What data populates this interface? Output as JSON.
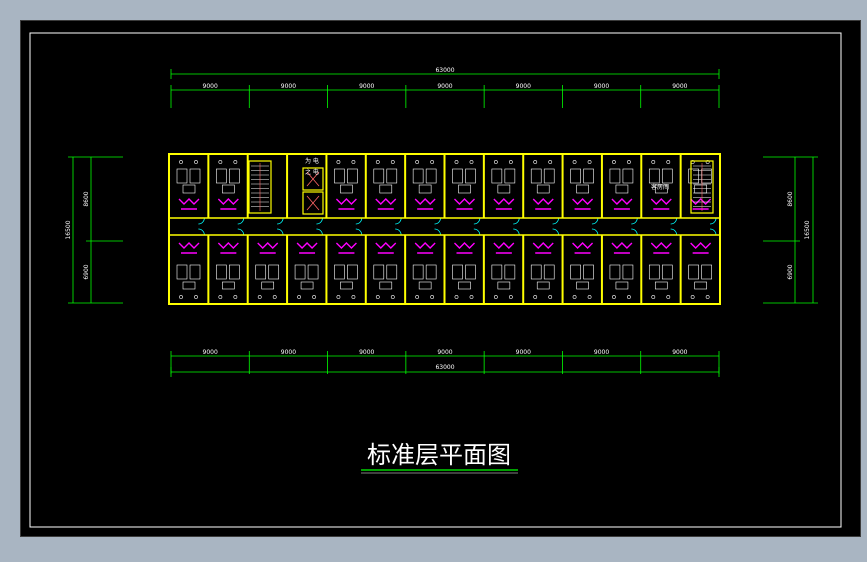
{
  "drawing": {
    "title": "标准层平面图",
    "room_label": "客房间",
    "lift_label_top": "为 电",
    "lift_label_bottom": "之 电"
  },
  "dimensions": {
    "total_top": "63000",
    "total_bottom": "63000",
    "bay_labels_top": [
      "9000",
      "9000",
      "9000",
      "9000",
      "9000",
      "9000",
      "9000"
    ],
    "bay_labels_bottom": [
      "9000",
      "9000",
      "9000",
      "9000",
      "9000",
      "9000",
      "9000"
    ],
    "left_total": "16500",
    "left_upper": "8600",
    "left_lower": "6900",
    "right_total": "16500",
    "right_upper": "8600",
    "right_lower": "6900"
  },
  "colors": {
    "background": "#000000",
    "frame": "#ffffff",
    "walls": "#ffff00",
    "dimension_lines": "#00ff00",
    "furniture": "#ffffff",
    "sanitary": "#ff00ff",
    "windows": "#00ffff",
    "title_underline": "#00ff00"
  }
}
